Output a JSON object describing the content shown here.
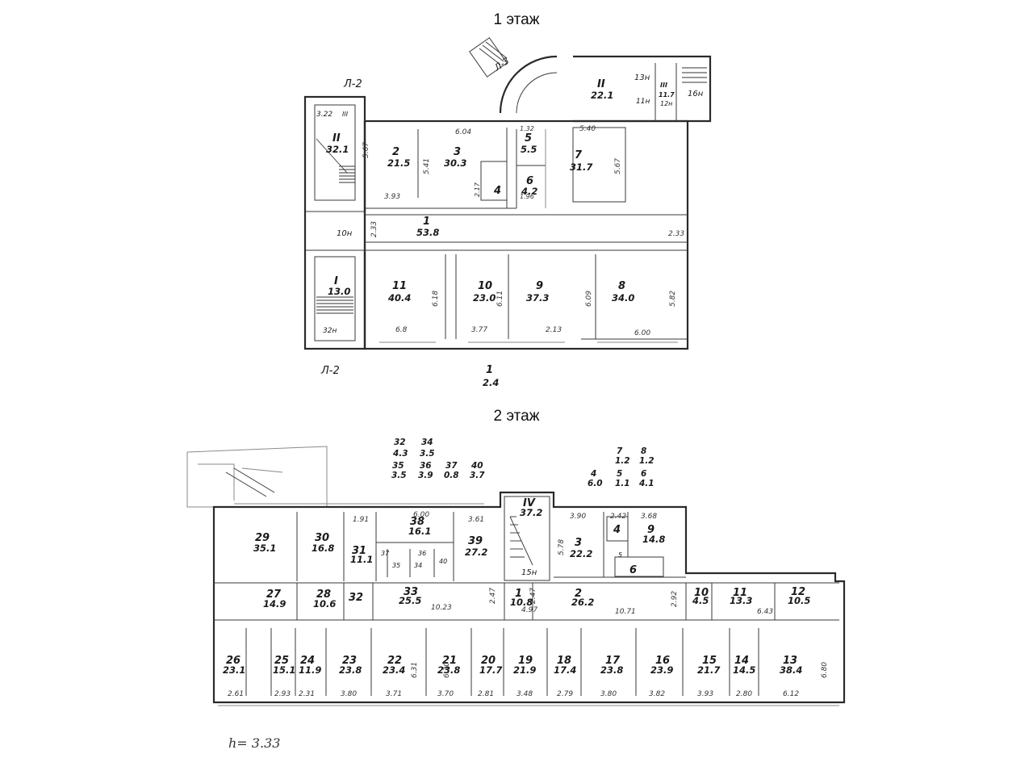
{
  "floor1": {
    "title": "1 этаж",
    "rooms": [
      {
        "num": "2",
        "area": "21.5"
      },
      {
        "num": "3",
        "area": "30.3"
      },
      {
        "num": "4",
        "area": ""
      },
      {
        "num": "5",
        "area": "5.5"
      },
      {
        "num": "6",
        "area": "4.2"
      },
      {
        "num": "7",
        "area": "31.7"
      },
      {
        "num": "1",
        "area": "53.8"
      },
      {
        "num": "11",
        "area": "40.4"
      },
      {
        "num": "10",
        "area": "23.0"
      },
      {
        "num": "9",
        "area": "37.3"
      },
      {
        "num": "8",
        "area": "34.0"
      },
      {
        "num": "II",
        "area": "32.1"
      },
      {
        "num": "I",
        "area": "13.0"
      },
      {
        "num": "II",
        "area": "22.1"
      },
      {
        "num": "III",
        "area": "11.7"
      }
    ],
    "labels": [
      "Л-2",
      "Л-2",
      "Л-3",
      "10н",
      "13н",
      "16н",
      "11н",
      "12н",
      "3.22",
      "III",
      "32н",
      "1",
      "2.4"
    ],
    "dims": [
      "5.67",
      "3.93",
      "6.04",
      "5.41",
      "2.33",
      "6.18",
      "6.11",
      "6.09",
      "5.82",
      "6.8",
      "3.77",
      "2.13",
      "6.00",
      "5.40",
      "5.67",
      "1.32",
      "2.17",
      "1.96",
      "2.33"
    ]
  },
  "floor2": {
    "title": "2 этаж",
    "rooms": [
      {
        "num": "29",
        "area": "35.1"
      },
      {
        "num": "30",
        "area": "16.8"
      },
      {
        "num": "31",
        "area": "11.1"
      },
      {
        "num": "38",
        "area": "16.1"
      },
      {
        "num": "39",
        "area": "27.2"
      },
      {
        "num": "IV",
        "area": "37.2"
      },
      {
        "num": "3",
        "area": "22.2"
      },
      {
        "num": "4",
        "area": ""
      },
      {
        "num": "9",
        "area": "14.8"
      },
      {
        "num": "6",
        "area": ""
      },
      {
        "num": "27",
        "area": "14.9"
      },
      {
        "num": "28",
        "area": "10.6"
      },
      {
        "num": "32",
        "area": ""
      },
      {
        "num": "33",
        "area": "25.5"
      },
      {
        "num": "1",
        "area": "10.8"
      },
      {
        "num": "2",
        "area": "26.2"
      },
      {
        "num": "10",
        "area": "4.5"
      },
      {
        "num": "11",
        "area": "13.3"
      },
      {
        "num": "12",
        "area": "10.5"
      },
      {
        "num": "26",
        "area": "23.1"
      },
      {
        "num": "25",
        "area": "15.1"
      },
      {
        "num": "24",
        "area": "11.9"
      },
      {
        "num": "23",
        "area": "23.8"
      },
      {
        "num": "22",
        "area": "23.4"
      },
      {
        "num": "21",
        "area": "23.8"
      },
      {
        "num": "20",
        "area": "17.7"
      },
      {
        "num": "19",
        "area": "21.9"
      },
      {
        "num": "18",
        "area": "17.4"
      },
      {
        "num": "17",
        "area": "23.8"
      },
      {
        "num": "16",
        "area": "23.9"
      },
      {
        "num": "15",
        "area": "21.7"
      },
      {
        "num": "14",
        "area": "14.5"
      },
      {
        "num": "13",
        "area": "38.4"
      }
    ],
    "legend": [
      {
        "num": "32",
        "area": "4.3"
      },
      {
        "num": "34",
        "area": "3.5"
      },
      {
        "num": "35",
        "area": "3.5"
      },
      {
        "num": "36",
        "area": "3.9"
      },
      {
        "num": "37",
        "area": "0.8"
      },
      {
        "num": "40",
        "area": "3.7"
      },
      {
        "num": "7",
        "area": "1.2"
      },
      {
        "num": "8",
        "area": "1.2"
      },
      {
        "num": "4",
        "area": "6.0"
      },
      {
        "num": "5",
        "area": "1.1"
      },
      {
        "num": "6",
        "area": "4.1"
      }
    ],
    "labels": [
      "15н",
      "35",
      "34",
      "36",
      "37",
      "40",
      "5"
    ],
    "dims": [
      "1.91",
      "6.00",
      "3.61",
      "3.90",
      "2.42",
      "3.68",
      "5.78",
      "10.23",
      "10.71",
      "2.47",
      "2.47",
      "4.97",
      "3.80",
      "3.71",
      "3.70",
      "2.81",
      "3.48",
      "2.79",
      "3.80",
      "3.82",
      "3.93",
      "2.80",
      "6.12",
      "6.30",
      "6.31",
      "6.80",
      "2.61",
      "2.93",
      "2.31",
      "6.43",
      "2.92"
    ],
    "height_note": "h= 3.33"
  }
}
